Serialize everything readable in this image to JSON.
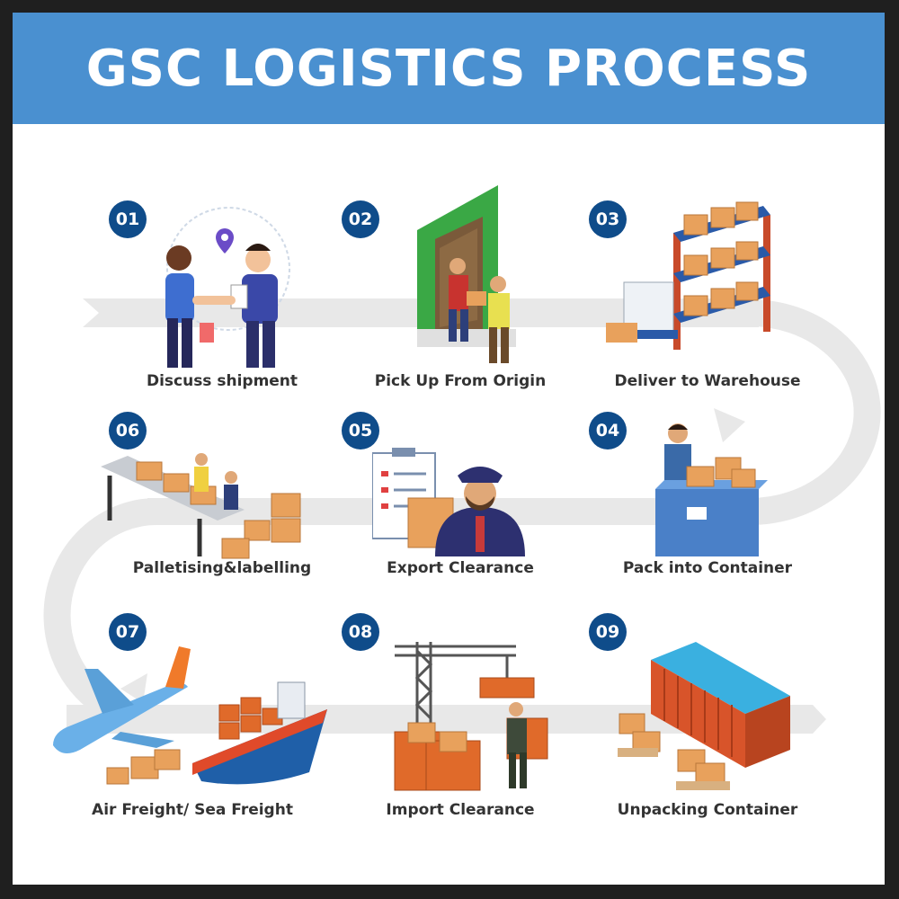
{
  "header": {
    "title": "GSC LOGISTICS PROCESS"
  },
  "steps": [
    {
      "number": "01",
      "label": "Discuss shipment",
      "icon": "meeting-icon"
    },
    {
      "number": "02",
      "label": "Pick Up From Origin",
      "icon": "pickup-icon"
    },
    {
      "number": "03",
      "label": "Deliver to Warehouse",
      "icon": "warehouse-shelf-icon"
    },
    {
      "number": "04",
      "label": "Pack into Container",
      "icon": "packing-worker-icon"
    },
    {
      "number": "05",
      "label": "Export Clearance",
      "icon": "customs-officer-icon"
    },
    {
      "number": "06",
      "label": "Palletising&labelling",
      "icon": "conveyor-icon"
    },
    {
      "number": "07",
      "label": "Air Freight/ Sea Freight",
      "icon": "plane-ship-icon"
    },
    {
      "number": "08",
      "label": "Import Clearance",
      "icon": "crane-icon"
    },
    {
      "number": "09",
      "label": "Unpacking Container",
      "icon": "container-icon"
    }
  ],
  "colors": {
    "header": "#4a90d0",
    "badge": "#0f4c8a",
    "flow": "#e6e6e6",
    "box": "#e8a15c",
    "label": "#333333"
  }
}
